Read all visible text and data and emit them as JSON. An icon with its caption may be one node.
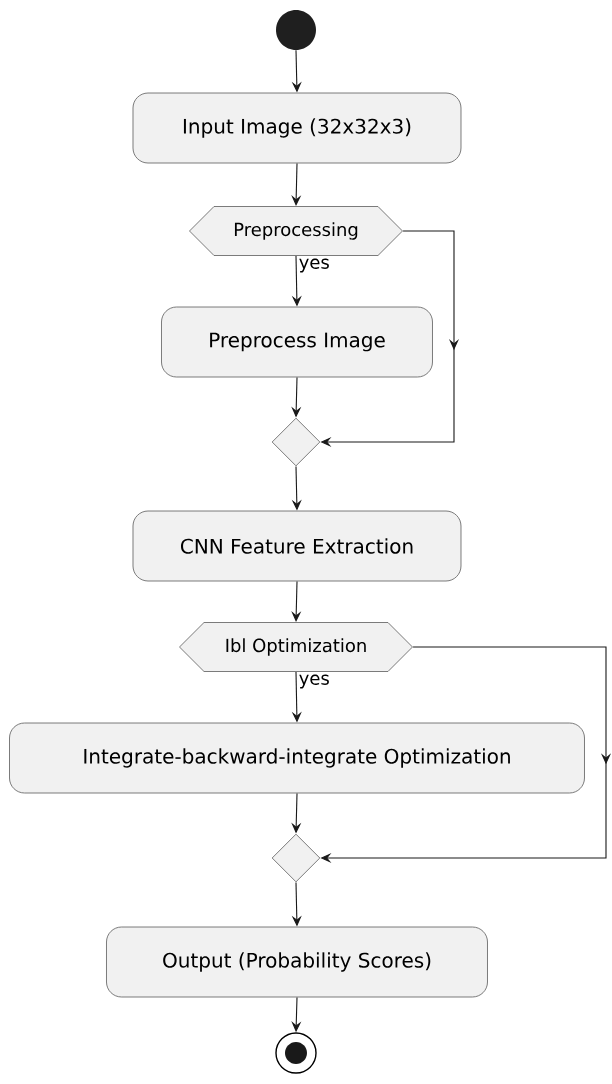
{
  "diagram": {
    "nodes": [
      {
        "text": [],
        "shape": "circle"
      },
      {
        "text": [
          "Input Image (32x32x3)"
        ]
      },
      {
        "text": [
          "Preprocessing"
        ]
      },
      {
        "text": [
          "Preprocess Image"
        ]
      },
      {
        "text": [],
        "shape": "diamond"
      },
      {
        "text": [
          "CNN Feature Extraction"
        ]
      },
      {
        "text": [
          "Ibl Optimization"
        ]
      },
      {
        "text": [
          "Integrate-backward-integrate Optimization"
        ]
      },
      {
        "text": [],
        "shape": "diamond"
      },
      {
        "text": [
          "Output (Probability Scores)"
        ]
      },
      {
        "text": [],
        "shape": "circle"
      }
    ],
    "edges": [
      {
        "from": 0,
        "to": 1,
        "arrow": "to"
      },
      {
        "from": 1,
        "to": 2,
        "arrow": "to"
      },
      {
        "from": 2,
        "to": 3,
        "arrow": "to",
        "label": "yes"
      },
      {
        "from": 3,
        "to": 4,
        "arrow": "to"
      },
      {
        "from": 2,
        "to": 4,
        "arrow": "to"
      },
      {
        "from": 4,
        "to": 5,
        "arrow": "to"
      },
      {
        "from": 5,
        "to": 6,
        "arrow": "to"
      },
      {
        "from": 6,
        "to": 7,
        "arrow": "to",
        "label": "yes"
      },
      {
        "from": 7,
        "to": 8,
        "arrow": "to"
      },
      {
        "from": 6,
        "to": 8,
        "arrow": "to"
      },
      {
        "from": 8,
        "to": 9,
        "arrow": "to"
      },
      {
        "from": 9,
        "to": 10,
        "arrow": "to"
      }
    ]
  }
}
